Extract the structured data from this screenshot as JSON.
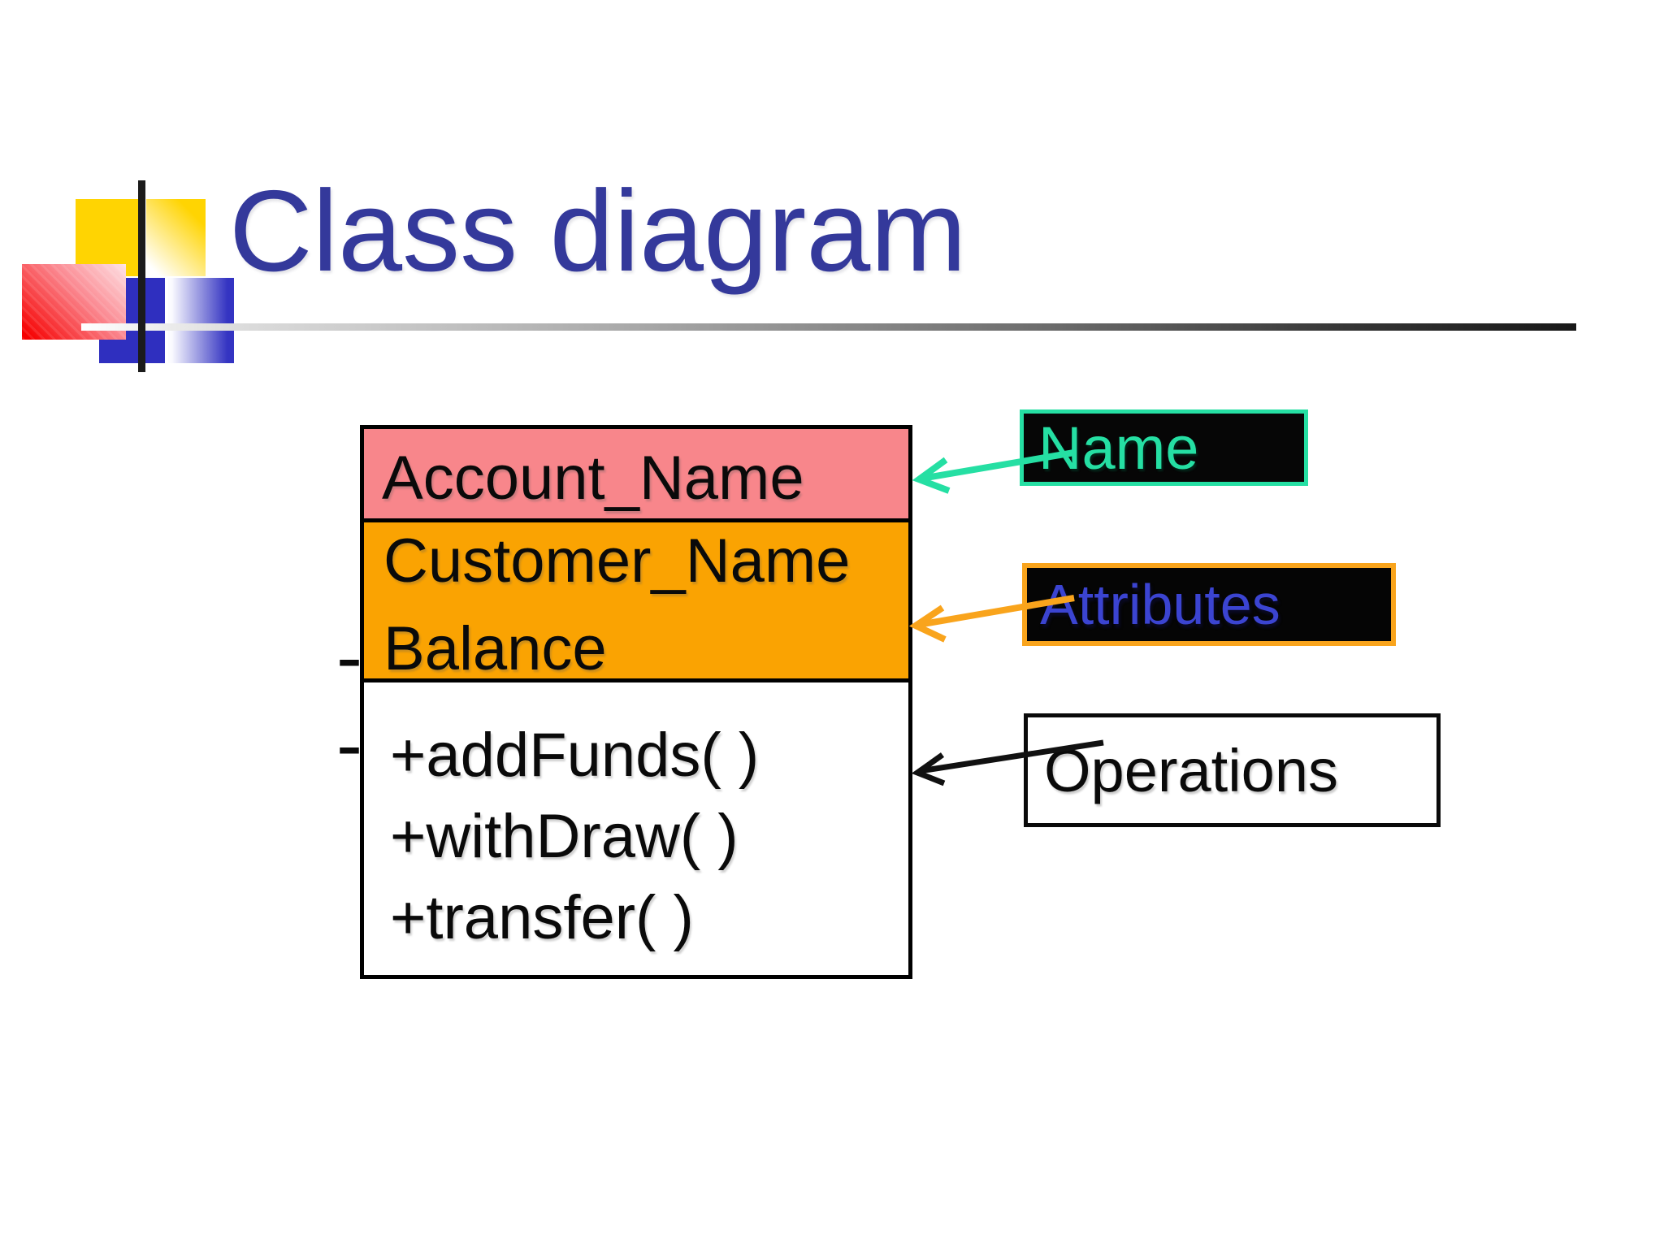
{
  "slide": {
    "title": "Class diagram",
    "title_color": "#34399B",
    "background": "#FFFFFF"
  },
  "uml_class": {
    "border_color": "#000000",
    "name_compartment": {
      "text": "Account_Name",
      "fill": "#F8868B"
    },
    "attributes_compartment": {
      "fill": "#FAA302",
      "items": [
        {
          "visibility": "-",
          "text": "Customer_Name"
        },
        {
          "visibility": "-",
          "text": "Balance"
        }
      ]
    },
    "operations_compartment": {
      "fill": "#FFFFFF",
      "items": [
        {
          "text": "+addFunds( )"
        },
        {
          "text": "+withDraw( )"
        },
        {
          "text": "+transfer( )"
        }
      ]
    }
  },
  "callouts": [
    {
      "label": "Name",
      "text_color": "#25DFA3",
      "border_color": "#25DFA3",
      "fill": "#060606",
      "arrow_color": "#25DFA3",
      "points_to": "name_compartment"
    },
    {
      "label": "Attributes",
      "text_color": "#3B44D1",
      "border_color": "#F9A41C",
      "fill": "#050505",
      "arrow_color": "#F9A41C",
      "points_to": "attributes_compartment"
    },
    {
      "label": "Operations",
      "text_color": "#0A0A0A",
      "border_color": "#0A0A0A",
      "fill": "#FFFFFF",
      "arrow_color": "#111111",
      "points_to": "operations_compartment"
    }
  ]
}
